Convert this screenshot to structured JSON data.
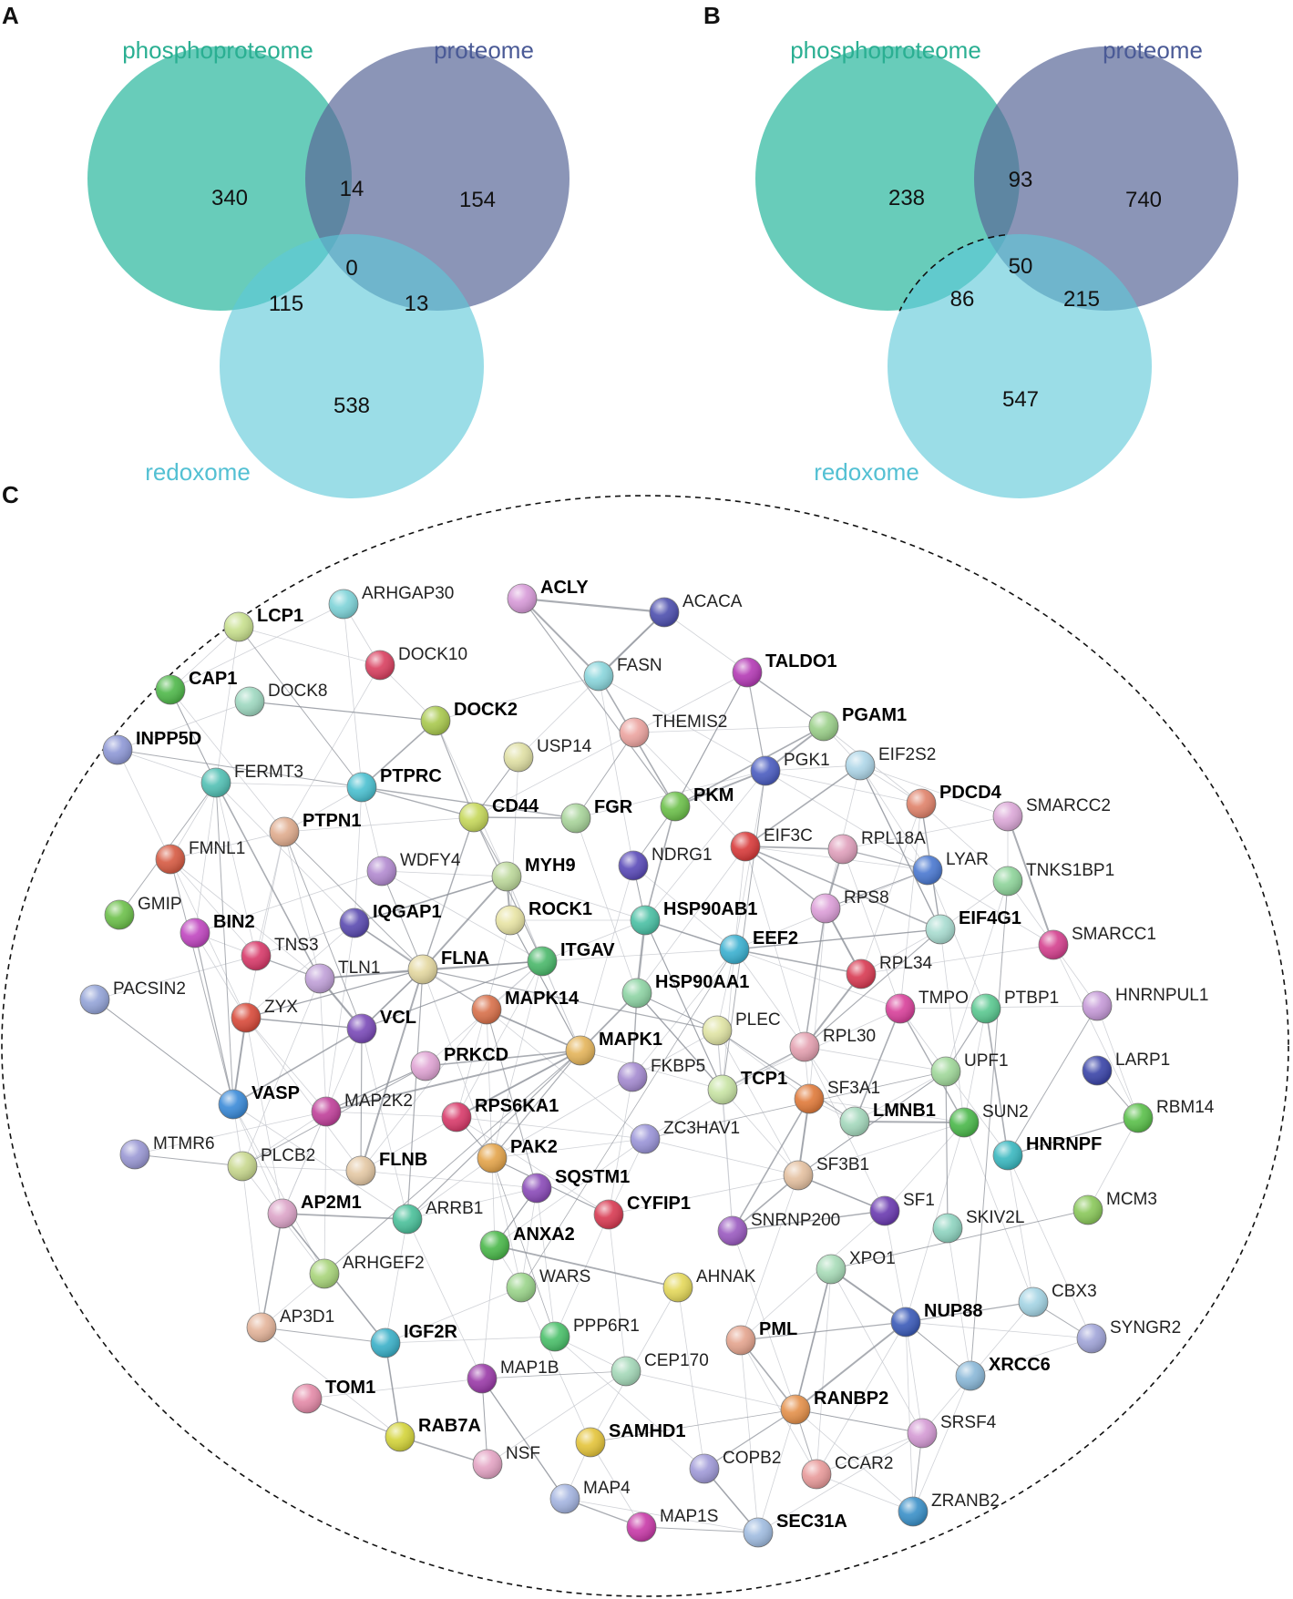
{
  "panels": [
    "A",
    "B",
    "C"
  ],
  "colors": {
    "phosphoproteome": "#2eb8a0",
    "proteome": "#5a6899",
    "redoxome": "#5ec8d8",
    "phospho_label": "#2aaf92",
    "proteome_label": "#4a5a96",
    "redox_label": "#53c0d3"
  },
  "venn_a": {
    "sets": {
      "phospho": "phosphoproteome",
      "proteome": "proteome",
      "redox": "redoxome"
    },
    "counts": {
      "phospho_only": "340",
      "phospho_proteome": "14",
      "proteome_only": "154",
      "all": "0",
      "phospho_redox": "115",
      "proteome_redox": "13",
      "redox_only": "538"
    }
  },
  "venn_b": {
    "sets": {
      "phospho": "phosphoproteome",
      "proteome": "proteome",
      "redox": "redoxome"
    },
    "counts": {
      "phospho_only": "238",
      "phospho_proteome": "93",
      "proteome_only": "740",
      "all": "50",
      "phospho_redox": "86",
      "proteome_redox": "215",
      "redox_only": "547"
    }
  },
  "network": {
    "nodes": [
      {
        "id": "ARHGAP30",
        "bold": false,
        "color": "#7ed3d8"
      },
      {
        "id": "ACLY",
        "bold": true,
        "color": "#d79ad8"
      },
      {
        "id": "ACACA",
        "bold": false,
        "color": "#4d4fae"
      },
      {
        "id": "LCP1",
        "bold": true,
        "color": "#c8e08e"
      },
      {
        "id": "DOCK10",
        "bold": false,
        "color": "#d94060"
      },
      {
        "id": "FASN",
        "bold": false,
        "color": "#8ad6dc"
      },
      {
        "id": "TALDO1",
        "bold": true,
        "color": "#b43ab5"
      },
      {
        "id": "CAP1",
        "bold": true,
        "color": "#4fb84a"
      },
      {
        "id": "DOCK8",
        "bold": false,
        "color": "#9ed8c0"
      },
      {
        "id": "DOCK2",
        "bold": true,
        "color": "#a9c94e"
      },
      {
        "id": "PGAM1",
        "bold": true,
        "color": "#9bd08a"
      },
      {
        "id": "THEMIS2",
        "bold": false,
        "color": "#eca4a0"
      },
      {
        "id": "INPP5D",
        "bold": true,
        "color": "#8e98d6"
      },
      {
        "id": "USP14",
        "bold": false,
        "color": "#e0e0a4"
      },
      {
        "id": "PGK1",
        "bold": false,
        "color": "#4a5cc0"
      },
      {
        "id": "EIF2S2",
        "bold": false,
        "color": "#aed6e8"
      },
      {
        "id": "FERMT3",
        "bold": false,
        "color": "#52c0b4"
      },
      {
        "id": "PTPRC",
        "bold": true,
        "color": "#4ac0d0"
      },
      {
        "id": "PDCD4",
        "bold": true,
        "color": "#e0826a"
      },
      {
        "id": "SMARCC2",
        "bold": false,
        "color": "#dca8d8"
      },
      {
        "id": "CD44",
        "bold": true,
        "color": "#c6d85a"
      },
      {
        "id": "FGR",
        "bold": true,
        "color": "#a8d49a"
      },
      {
        "id": "PKM",
        "bold": true,
        "color": "#6cc04a"
      },
      {
        "id": "PTPN1",
        "bold": true,
        "color": "#e0ac8e"
      },
      {
        "id": "EIF3C",
        "bold": false,
        "color": "#d83a3a"
      },
      {
        "id": "RPL18A",
        "bold": false,
        "color": "#e0a0bc"
      },
      {
        "id": "FMNL1",
        "bold": false,
        "color": "#d65a42"
      },
      {
        "id": "NDRG1",
        "bold": false,
        "color": "#5a4ab8"
      },
      {
        "id": "LYAR",
        "bold": false,
        "color": "#4a78d0"
      },
      {
        "id": "WDFY4",
        "bold": false,
        "color": "#b28ad0"
      },
      {
        "id": "MYH9",
        "bold": true,
        "color": "#bcd89a"
      },
      {
        "id": "TNKS1BP1",
        "bold": false,
        "color": "#8ed49a"
      },
      {
        "id": "GMIP",
        "bold": false,
        "color": "#6cc04a"
      },
      {
        "id": "RPS8",
        "bold": false,
        "color": "#dc9ed8"
      },
      {
        "id": "ROCK1",
        "bold": true,
        "color": "#e8e4a4"
      },
      {
        "id": "HSP90AB1",
        "bold": true,
        "color": "#4ac0a4"
      },
      {
        "id": "BIN2",
        "bold": true,
        "color": "#c046c0"
      },
      {
        "id": "IQGAP1",
        "bold": true,
        "color": "#5a4ab0"
      },
      {
        "id": "EIF4G1",
        "bold": true,
        "color": "#a8dcd0"
      },
      {
        "id": "SMARCC1",
        "bold": false,
        "color": "#d4408e"
      },
      {
        "id": "TNS3",
        "bold": false,
        "color": "#d83a6a"
      },
      {
        "id": "EEF2",
        "bold": true,
        "color": "#3ab0d0"
      },
      {
        "id": "ITGAV",
        "bold": true,
        "color": "#4ab86a"
      },
      {
        "id": "RPL34",
        "bold": false,
        "color": "#d83a52"
      },
      {
        "id": "FLNA",
        "bold": true,
        "color": "#e4d8a0"
      },
      {
        "id": "TLN1",
        "bold": false,
        "color": "#c0a0d8"
      },
      {
        "id": "PACSIN2",
        "bold": false,
        "color": "#94a4d8"
      },
      {
        "id": "HSP90AA1",
        "bold": true,
        "color": "#8ed4a4"
      },
      {
        "id": "TMPO",
        "bold": false,
        "color": "#d8409a"
      },
      {
        "id": "PTBP1",
        "bold": false,
        "color": "#5ac890"
      },
      {
        "id": "HNRNPUL1",
        "bold": false,
        "color": "#c69ad8"
      },
      {
        "id": "ZYX",
        "bold": false,
        "color": "#d84a3a"
      },
      {
        "id": "MAPK14",
        "bold": true,
        "color": "#d8704a"
      },
      {
        "id": "PLEC",
        "bold": false,
        "color": "#e0e4a4"
      },
      {
        "id": "RPL30",
        "bold": false,
        "color": "#e4a0b0"
      },
      {
        "id": "VCL",
        "bold": true,
        "color": "#7a4ab8"
      },
      {
        "id": "LARP1",
        "bold": false,
        "color": "#3a44a8"
      },
      {
        "id": "MAPK1",
        "bold": true,
        "color": "#e4b45a"
      },
      {
        "id": "UPF1",
        "bold": false,
        "color": "#a0d89a"
      },
      {
        "id": "PRKCD",
        "bold": true,
        "color": "#e0a4d4"
      },
      {
        "id": "FKBP5",
        "bold": false,
        "color": "#a48ad0"
      },
      {
        "id": "VASP",
        "bold": true,
        "color": "#3a8ad8"
      },
      {
        "id": "MAP2K2",
        "bold": false,
        "color": "#c0409a"
      },
      {
        "id": "RPS6KA1",
        "bold": true,
        "color": "#d83a6a"
      },
      {
        "id": "TCP1",
        "bold": true,
        "color": "#c8e4a4"
      },
      {
        "id": "SF3A1",
        "bold": false,
        "color": "#e07a3a"
      },
      {
        "id": "LMNB1",
        "bold": true,
        "color": "#a4d8bc"
      },
      {
        "id": "SUN2",
        "bold": false,
        "color": "#4ab84a"
      },
      {
        "id": "RBM14",
        "bold": false,
        "color": "#5ac04a"
      },
      {
        "id": "MTMR6",
        "bold": false,
        "color": "#9a98d4"
      },
      {
        "id": "ZC3HAV1",
        "bold": false,
        "color": "#9a94d8"
      },
      {
        "id": "HNRNPF",
        "bold": true,
        "color": "#3ab8c0"
      },
      {
        "id": "PLCB2",
        "bold": false,
        "color": "#c8d88e"
      },
      {
        "id": "FLNB",
        "bold": true,
        "color": "#e4c8a4"
      },
      {
        "id": "PAK2",
        "bold": true,
        "color": "#e4a44a"
      },
      {
        "id": "SF3B1",
        "bold": false,
        "color": "#e4c0a0"
      },
      {
        "id": "SQSTM1",
        "bold": true,
        "color": "#8a4ab8"
      },
      {
        "id": "AP2M1",
        "bold": true,
        "color": "#dca4c8"
      },
      {
        "id": "ARRB1",
        "bold": false,
        "color": "#4ac09a"
      },
      {
        "id": "CYFIP1",
        "bold": true,
        "color": "#d83a52"
      },
      {
        "id": "SF1",
        "bold": false,
        "color": "#6a3ab0"
      },
      {
        "id": "SKIV2L",
        "bold": false,
        "color": "#8ed4c0"
      },
      {
        "id": "MCM3",
        "bold": false,
        "color": "#8ac85a"
      },
      {
        "id": "ANXA2",
        "bold": true,
        "color": "#4ab84a"
      },
      {
        "id": "SNRNP200",
        "bold": false,
        "color": "#9a5ac0"
      },
      {
        "id": "ARHGEF2",
        "bold": false,
        "color": "#a8d47a"
      },
      {
        "id": "XPO1",
        "bold": false,
        "color": "#a8dcb8"
      },
      {
        "id": "WARS",
        "bold": false,
        "color": "#9ad48a"
      },
      {
        "id": "AHNAK",
        "bold": false,
        "color": "#e4d85a"
      },
      {
        "id": "AP3D1",
        "bold": false,
        "color": "#e4b49a"
      },
      {
        "id": "CBX3",
        "bold": false,
        "color": "#a4d4e4"
      },
      {
        "id": "NUP88",
        "bold": true,
        "color": "#3a5ab8"
      },
      {
        "id": "IGF2R",
        "bold": true,
        "color": "#3ab0c8"
      },
      {
        "id": "PPP6R1",
        "bold": false,
        "color": "#4ac06a"
      },
      {
        "id": "SYNGR2",
        "bold": false,
        "color": "#a0a4d8"
      },
      {
        "id": "PML",
        "bold": true,
        "color": "#e4a48e"
      },
      {
        "id": "CEP170",
        "bold": false,
        "color": "#a4d8b8"
      },
      {
        "id": "MAP1B",
        "bold": false,
        "color": "#9a3aa8"
      },
      {
        "id": "XRCC6",
        "bold": true,
        "color": "#8ab8d8"
      },
      {
        "id": "TOM1",
        "bold": true,
        "color": "#e48aa8"
      },
      {
        "id": "RANBP2",
        "bold": true,
        "color": "#e4904a"
      },
      {
        "id": "SRSF4",
        "bold": false,
        "color": "#d49ad4"
      },
      {
        "id": "RAB7A",
        "bold": true,
        "color": "#d4d43a"
      },
      {
        "id": "SAMHD1",
        "bold": true,
        "color": "#e4c43a"
      },
      {
        "id": "NSF",
        "bold": false,
        "color": "#e4a4c4"
      },
      {
        "id": "COPB2",
        "bold": false,
        "color": "#a09ad8"
      },
      {
        "id": "CCAR2",
        "bold": false,
        "color": "#e89a9a"
      },
      {
        "id": "MAP4",
        "bold": false,
        "color": "#a4b4e0"
      },
      {
        "id": "ZRANB2",
        "bold": false,
        "color": "#3a90c8"
      },
      {
        "id": "MAP1S",
        "bold": false,
        "color": "#c83aa8"
      },
      {
        "id": "SEC31A",
        "bold": true,
        "color": "#a0bce0"
      }
    ]
  }
}
